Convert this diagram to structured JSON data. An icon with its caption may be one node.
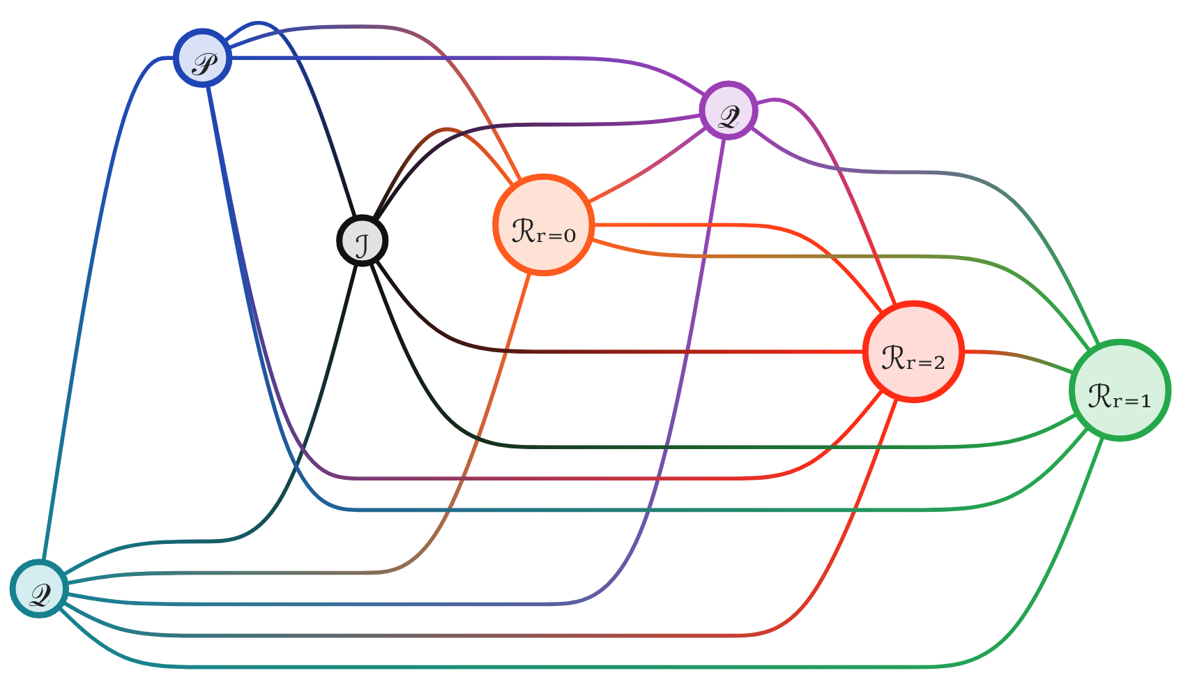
{
  "diagram": {
    "nodes": [
      {
        "text": [
          "𝒬"
        ]
      },
      {
        "text": [
          "𝒫"
        ]
      },
      {
        "text": [
          "ℐ"
        ]
      },
      {
        "text": [
          "ℛᵣ₌₀"
        ]
      },
      {
        "text": [
          "𝒬̃"
        ]
      },
      {
        "text": [
          "ℛᵣ₌₂"
        ]
      },
      {
        "text": [
          "ℛᵣ₌₁"
        ]
      }
    ],
    "edges": [
      {
        "from": 0,
        "to": 1,
        "arrow": "none"
      },
      {
        "from": 0,
        "to": 2,
        "arrow": "none"
      },
      {
        "from": 0,
        "to": 3,
        "arrow": "none"
      },
      {
        "from": 0,
        "to": 4,
        "arrow": "none"
      },
      {
        "from": 0,
        "to": 5,
        "arrow": "none"
      },
      {
        "from": 0,
        "to": 6,
        "arrow": "none"
      },
      {
        "from": 1,
        "to": 2,
        "arrow": "none"
      },
      {
        "from": 1,
        "to": 3,
        "arrow": "none"
      },
      {
        "from": 1,
        "to": 4,
        "arrow": "none"
      },
      {
        "from": 1,
        "to": 5,
        "arrow": "none"
      },
      {
        "from": 1,
        "to": 6,
        "arrow": "none"
      },
      {
        "from": 2,
        "to": 3,
        "arrow": "none"
      },
      {
        "from": 2,
        "to": 4,
        "arrow": "none"
      },
      {
        "from": 2,
        "to": 5,
        "arrow": "none"
      },
      {
        "from": 2,
        "to": 6,
        "arrow": "none"
      },
      {
        "from": 3,
        "to": 4,
        "arrow": "none"
      },
      {
        "from": 3,
        "to": 5,
        "arrow": "none"
      },
      {
        "from": 3,
        "to": 6,
        "arrow": "none"
      },
      {
        "from": 4,
        "to": 5,
        "arrow": "none"
      },
      {
        "from": 4,
        "to": 6,
        "arrow": "none"
      },
      {
        "from": 5,
        "to": 6,
        "arrow": "none"
      }
    ]
  }
}
